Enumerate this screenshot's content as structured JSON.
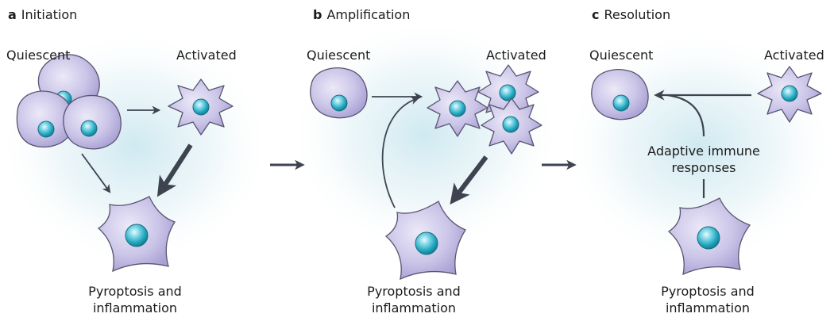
{
  "colors": {
    "cell_fill": "#c9c3e6",
    "cell_stroke": "#5a5570",
    "nucleus": "#23a9c0",
    "arrow": "#3d4450",
    "glow": "#cfe9f1"
  },
  "panels": [
    {
      "letter": "a",
      "title": "Initiation",
      "quiescent": "Quiescent",
      "activated": "Activated",
      "bottom_line1": "Pyroptosis and",
      "bottom_line2": "inflammation"
    },
    {
      "letter": "b",
      "title": "Amplification",
      "quiescent": "Quiescent",
      "activated": "Activated",
      "bottom_line1": "Pyroptosis and",
      "bottom_line2": "inflammation"
    },
    {
      "letter": "c",
      "title": "Resolution",
      "quiescent": "Quiescent",
      "activated": "Activated",
      "bottom_line1": "Pyroptosis and",
      "bottom_line2": "inflammation",
      "adaptive_line1": "Adaptive immune",
      "adaptive_line2": "responses"
    }
  ]
}
